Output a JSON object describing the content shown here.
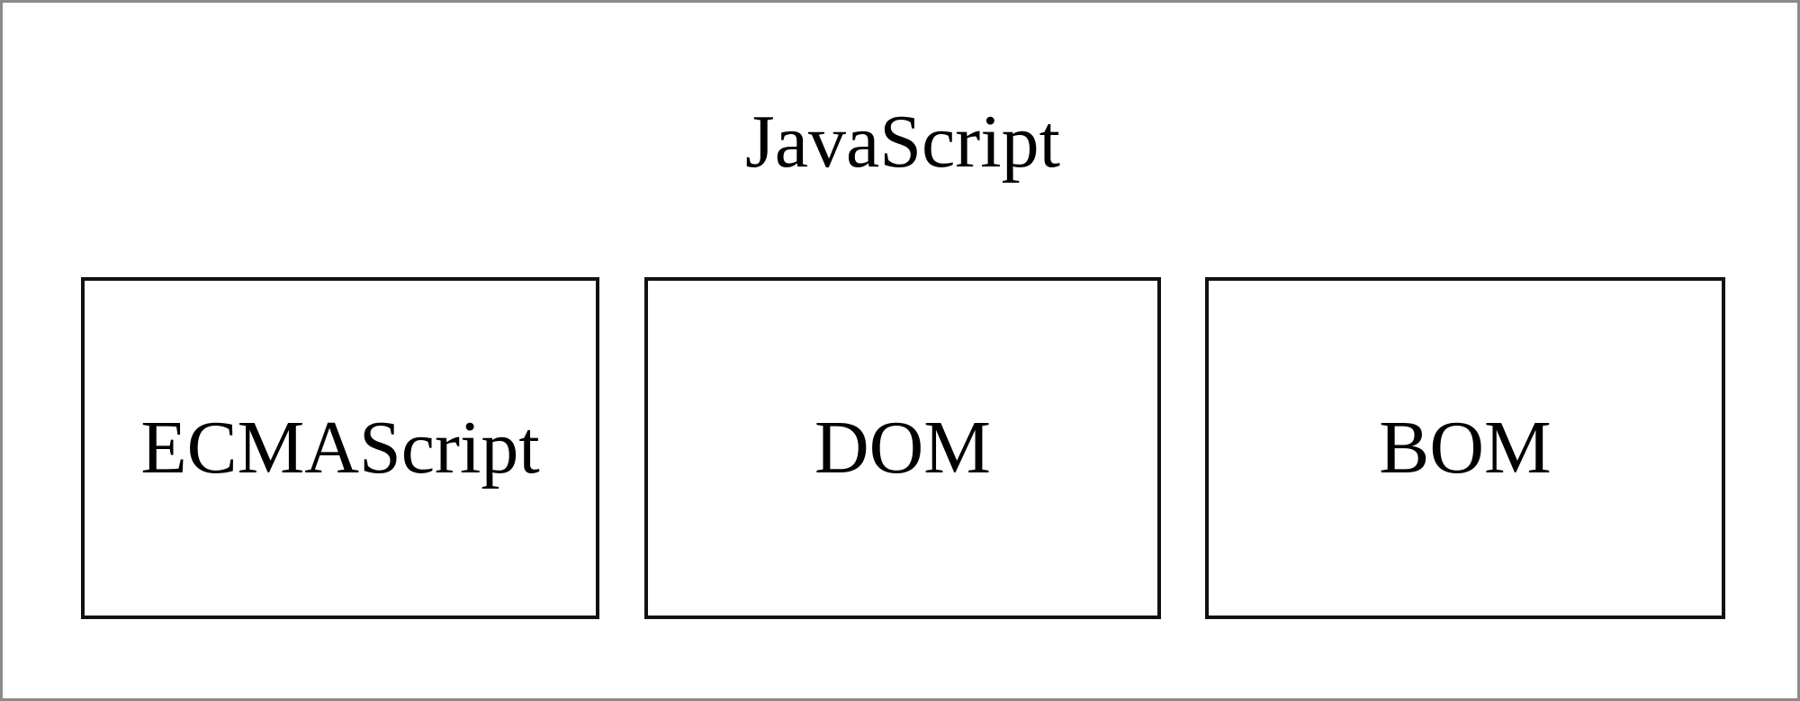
{
  "diagram": {
    "title": "JavaScript",
    "components": [
      {
        "label": "ECMAScript"
      },
      {
        "label": "DOM"
      },
      {
        "label": "BOM"
      }
    ]
  }
}
